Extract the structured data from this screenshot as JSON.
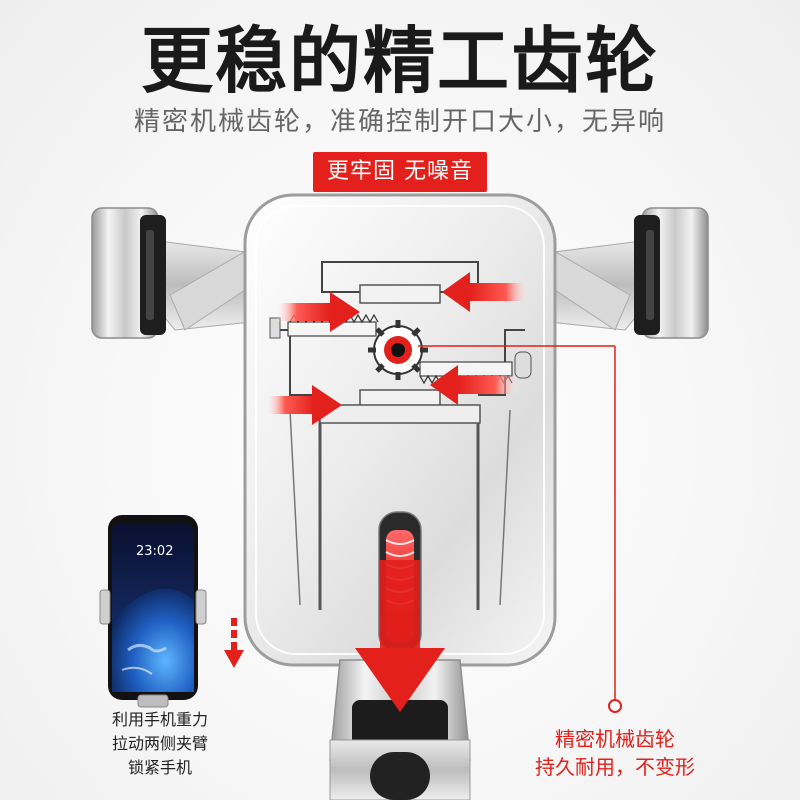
{
  "header": {
    "title": "更稳的精工齿轮",
    "subtitle": "精密机械齿轮，准确控制开口大小，无异响"
  },
  "badge": {
    "label": "更牢固 无噪音"
  },
  "phone": {
    "clock": "23:02"
  },
  "caption_left": {
    "lines": [
      "利用手机重力",
      "拉动两侧夹臂",
      "锁紧手机"
    ]
  },
  "caption_right": {
    "lines": [
      "精密机械齿轮",
      "持久耐用，不变形"
    ]
  },
  "colors": {
    "accent": "#e3201b",
    "title": "#1a1a1a",
    "subtitle": "#666666"
  }
}
